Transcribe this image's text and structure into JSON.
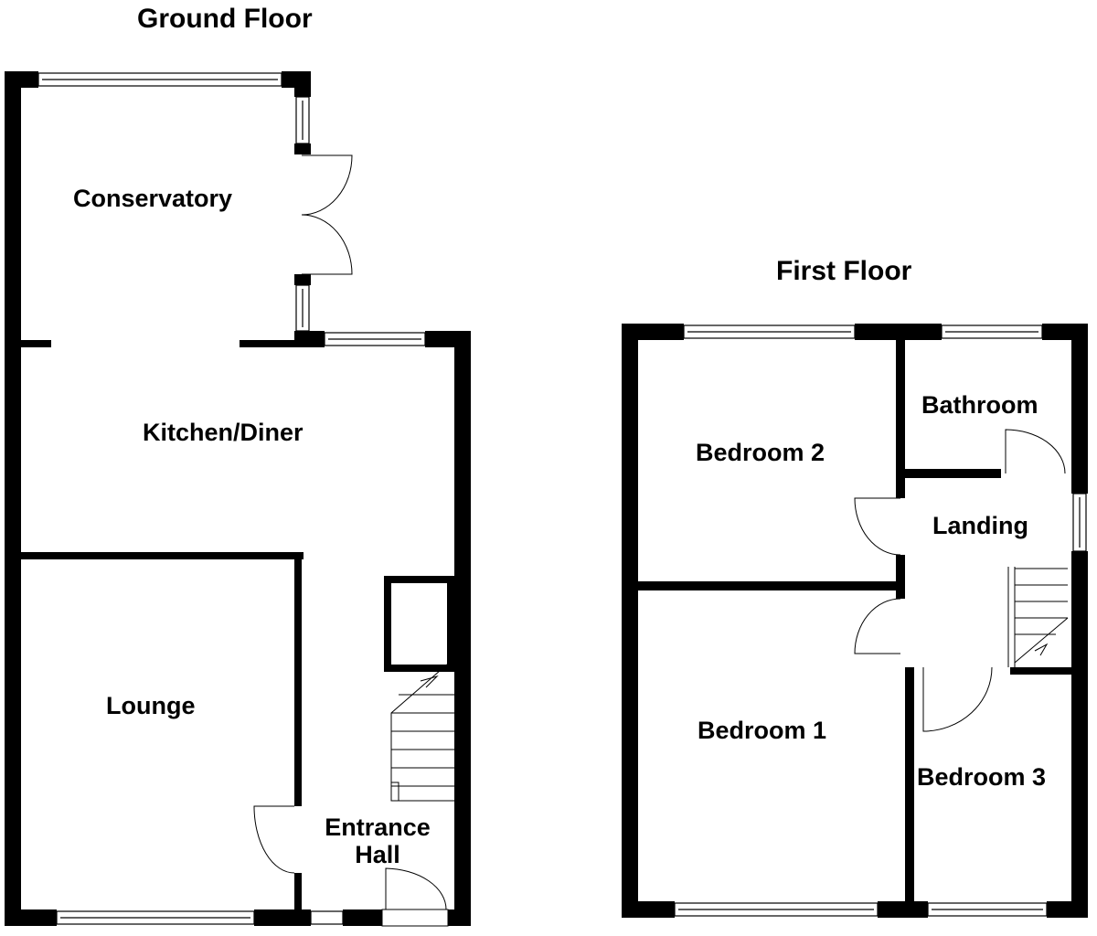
{
  "titles": {
    "ground": "Ground Floor",
    "first": "First Floor"
  },
  "ground_rooms": {
    "conservatory": "Conservatory",
    "kitchen": "Kitchen/Diner",
    "lounge": "Lounge",
    "hall_line1": "Entrance",
    "hall_line2": "Hall"
  },
  "first_rooms": {
    "bathroom": "Bathroom",
    "bedroom2": "Bedroom 2",
    "landing": "Landing",
    "bedroom1": "Bedroom 1",
    "bedroom3": "Bedroom 3"
  }
}
